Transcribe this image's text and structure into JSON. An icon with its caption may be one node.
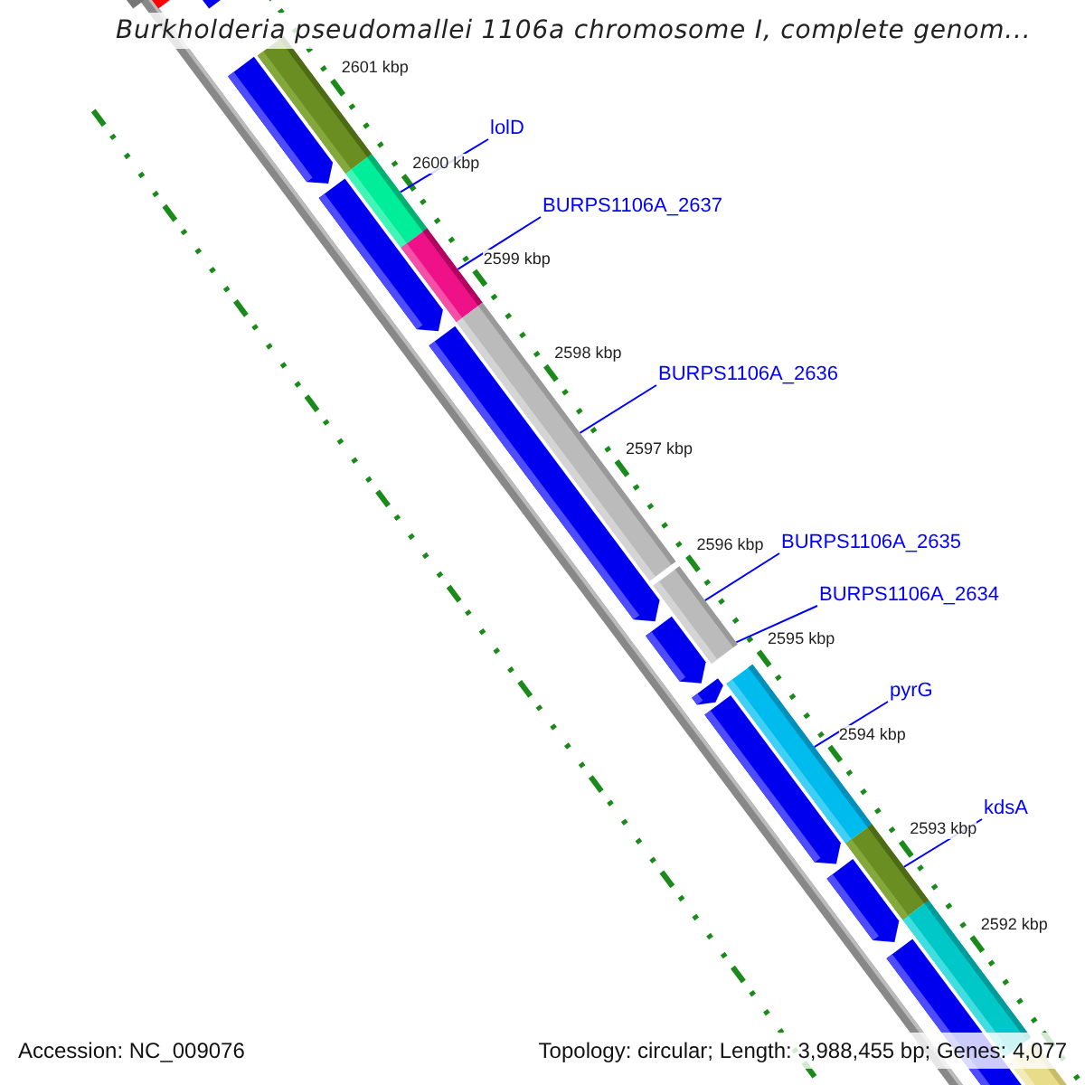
{
  "diagram": {
    "title": "Burkholderia pseudomallei 1106a chromosome I, complete genom...",
    "nodes": [
      {
        "text": [
          "lolD"
        ]
      },
      {
        "text": [
          "BURPS1106A_2637"
        ]
      },
      {
        "text": [
          "BURPS1106A_2636"
        ]
      },
      {
        "text": [
          "BURPS1106A_2635"
        ]
      },
      {
        "text": [
          "BURPS1106A_2634"
        ]
      },
      {
        "text": [
          "pyrG"
        ]
      },
      {
        "text": [
          "kdsA"
        ]
      },
      {
        "text": [],
        "shape": "bar"
      },
      {
        "text": [],
        "shape": "bar"
      },
      {
        "text": [],
        "shape": "bar"
      },
      {
        "text": [],
        "shape": "bar"
      },
      {
        "text": [],
        "shape": "bar"
      },
      {
        "text": [],
        "shape": "bar"
      }
    ],
    "edges": [
      {
        "from": 0,
        "to": 7,
        "arrow": "none"
      },
      {
        "from": 1,
        "to": 8,
        "arrow": "none"
      },
      {
        "from": 2,
        "to": 9,
        "arrow": "none"
      },
      {
        "from": 3,
        "to": 10,
        "arrow": "none"
      },
      {
        "from": 4,
        "to": 10,
        "arrow": "none"
      },
      {
        "from": 5,
        "to": 11,
        "arrow": "none"
      },
      {
        "from": 6,
        "to": 12,
        "arrow": "none"
      }
    ],
    "labels": [
      "2601 kbp",
      "2600 kbp",
      "2599 kbp",
      "2598 kbp",
      "2597 kbp",
      "2596 kbp",
      "2595 kbp",
      "2594 kbp",
      "2593 kbp",
      "2592 kbp",
      "Accession: NC_009076",
      "Topology: circular; Length: 3,988,455 bp; Genes: 4,077"
    ]
  }
}
